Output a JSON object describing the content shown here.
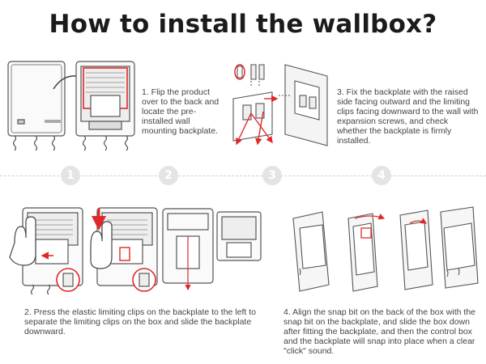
{
  "title": "How to install the wallbox?",
  "steps": [
    {
      "number": "1",
      "text": "1. Flip the product over to the back and locate the pre-installed wall mounting backplate."
    },
    {
      "number": "2",
      "text": "2. Press the elastic limiting clips on the backplate to the left to separate the limiting clips on the box and slide the backplate downward."
    },
    {
      "number": "3",
      "text": "3. Fix the backplate with the raised side facing outward and the limiting clips facing downward to the wall with expansion screws, and check whether the backplate is firmly installed."
    },
    {
      "number": "4",
      "text": "4. Align the snap bit on the back of the box with the snap bit on the backplate, and slide the box down after fitting the backplate, and then the control box and the backplate will snap into place when a clear \"click\" sound."
    }
  ],
  "colors": {
    "accent": "#e0282a",
    "line": "#555555",
    "badge": "#e4e4e4"
  }
}
